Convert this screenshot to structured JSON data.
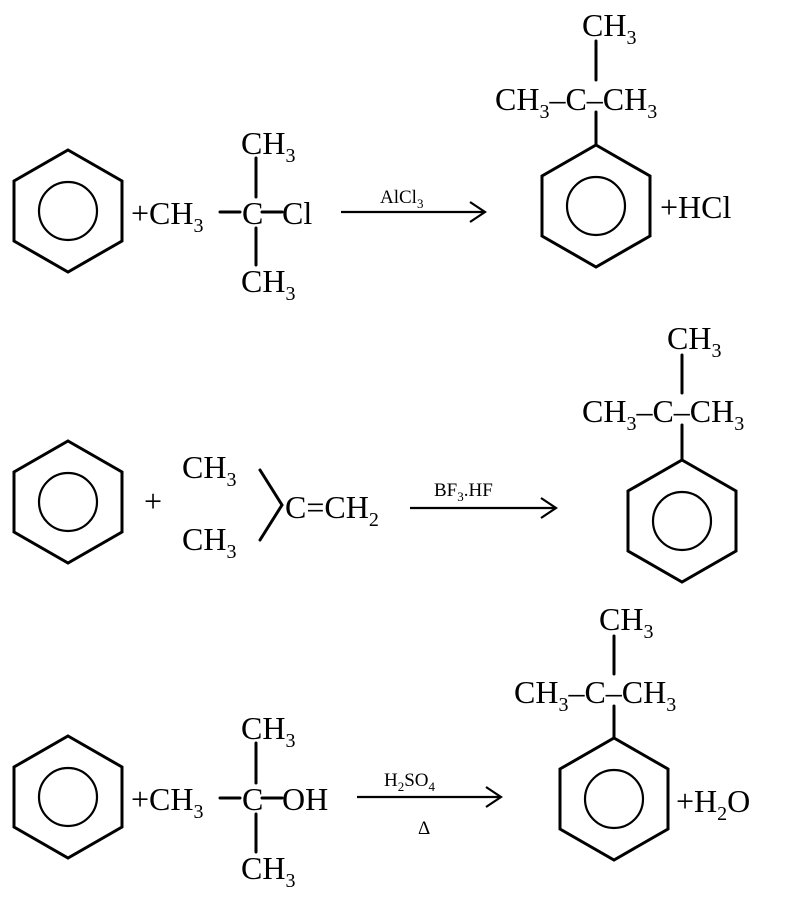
{
  "ch3": "CH",
  "three": "3",
  "two": "2",
  "four": "4",
  "carbon": "C",
  "plus": "+",
  "dash": "–",
  "reaction1": {
    "reactant_prefix": "+CH",
    "chlorine": "–Cl",
    "catalyst_main": "AlCl",
    "byproduct": "+HCl"
  },
  "reaction2": {
    "alkene_core": "C=CH",
    "catalyst_a": "BF",
    "catalyst_b": ".HF"
  },
  "reaction3": {
    "reactant_prefix": "+CH",
    "hydroxyl": "–OH",
    "catalyst_h": "H",
    "catalyst_so": "SO",
    "condition": "Δ",
    "byproduct_a": "+H",
    "byproduct_b": "O"
  }
}
